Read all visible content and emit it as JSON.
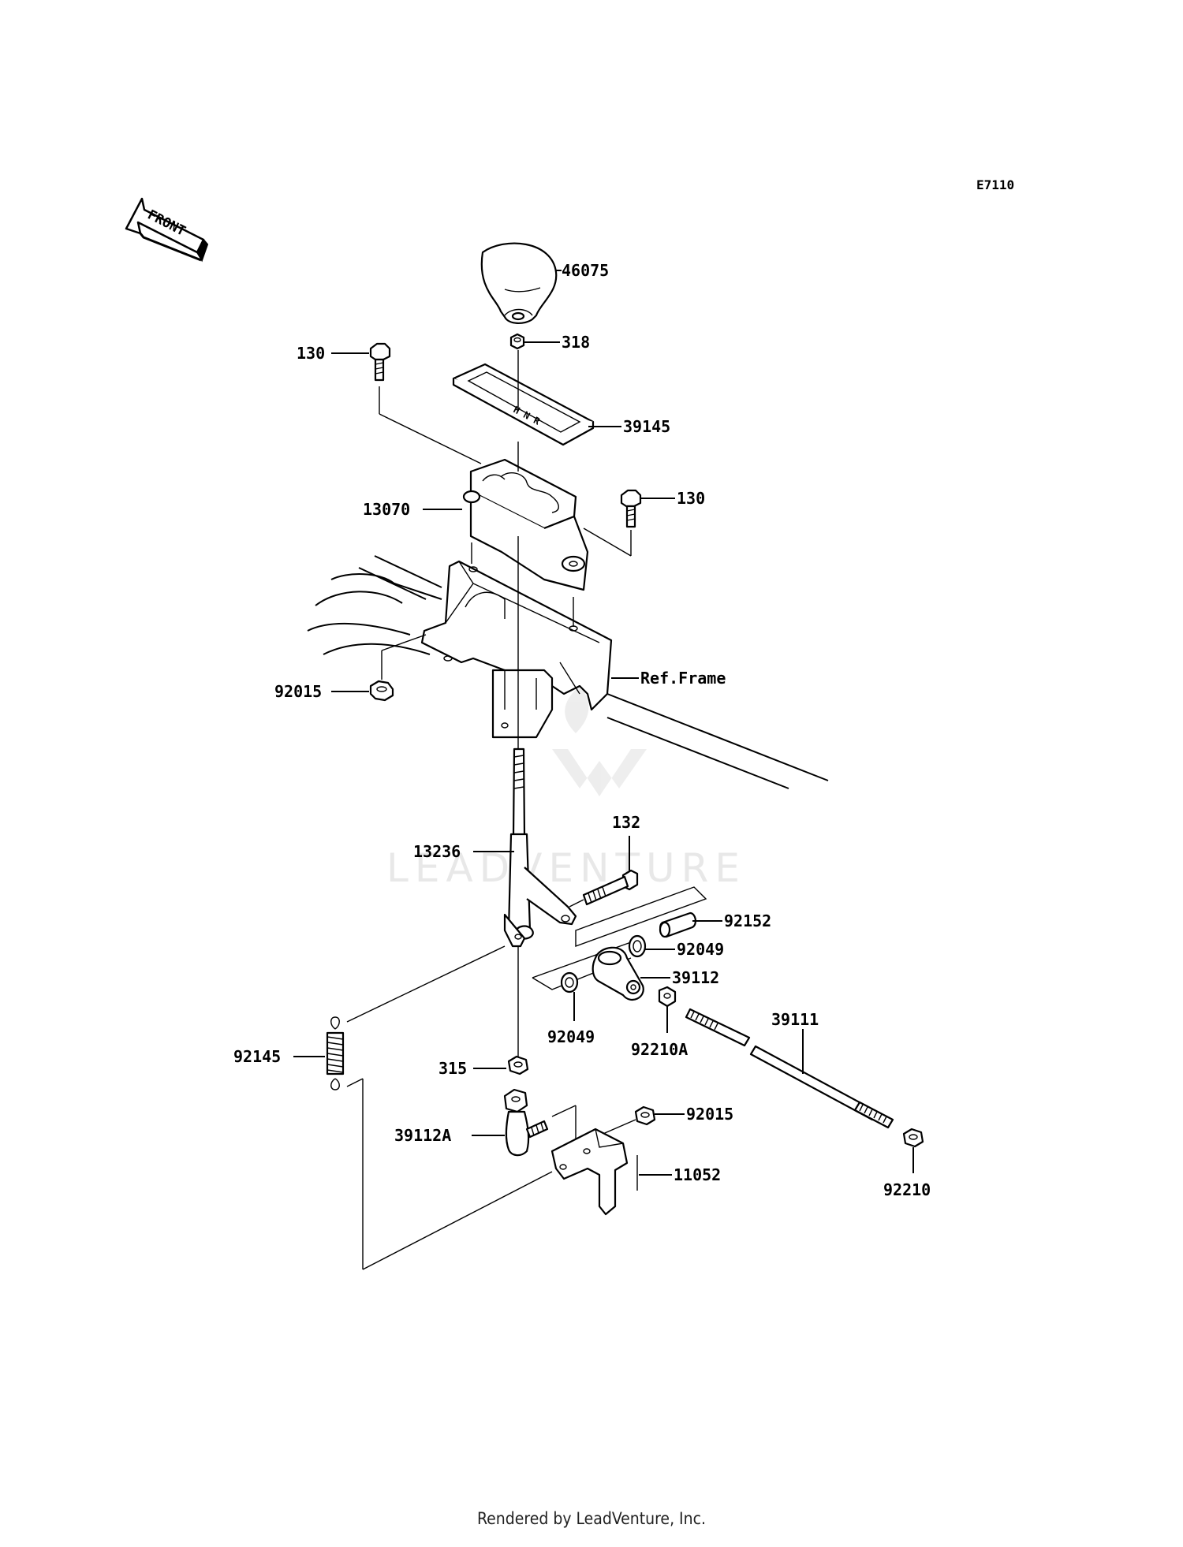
{
  "diagram": {
    "code": "E7110",
    "front_label": "FRONT",
    "watermark": "LEADVENTURE",
    "callouts": {
      "c46075": "46075",
      "c318": "318",
      "c130a": "130",
      "c39145": "39145",
      "c13070": "13070",
      "c130b": "130",
      "cRefFrame": "Ref.Frame",
      "c92015a": "92015",
      "c132": "132",
      "c13236": "13236",
      "c92152": "92152",
      "c92049a": "92049",
      "c39112": "39112",
      "c92049b": "92049",
      "c92210A": "92210A",
      "c39111": "39111",
      "c92145": "92145",
      "c315": "315",
      "c92015b": "92015",
      "c39112A": "39112A",
      "c11052": "11052",
      "c92210": "92210"
    }
  },
  "footer": {
    "text": "Rendered by LeadVenture, Inc."
  }
}
